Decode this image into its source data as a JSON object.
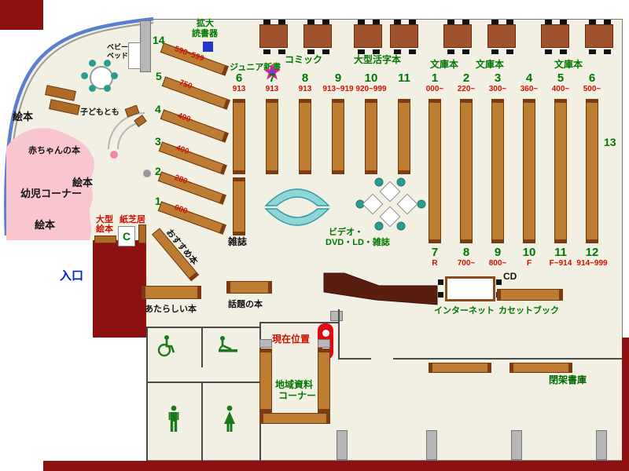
{
  "legend": {
    "entrance": "入口",
    "current_position": "現在位置",
    "shelf_13": "13",
    "shelf_14": "14"
  },
  "kids_area": {
    "infant_corner": "幼児コーナー",
    "baby_books": "赤ちゃんの本",
    "picture_books_a": "絵本",
    "picture_books_b": "絵本",
    "picture_books_c": "絵本",
    "large_picture_books_line1": "大型",
    "large_picture_books_line2": "絵本",
    "kamishibai": "紙芝居",
    "copier": "C",
    "kodomotomo": "子どもとも",
    "baby_bed_line1": "ベビー",
    "baby_bed_line2": "ベッド"
  },
  "top_area": {
    "magnifier_line1": "拡大",
    "magnifier_line2": "読書器",
    "junior_shinsho": "ジュニア新書",
    "comic": "コミック",
    "large_print": "大型活字本",
    "bunko_1": "文庫本",
    "bunko_2": "文庫本",
    "bunko_3": "文庫本"
  },
  "center_area": {
    "recommended": "おすすめ本",
    "magazines": "雑誌",
    "video_line1": "ビデオ・",
    "video_line2": "DVD・LD・雑誌"
  },
  "bottom_area": {
    "new_books": "あたらしい本",
    "topical_books": "話題の本",
    "local_corner_line1": "地域資料",
    "local_corner_line2": "コーナー",
    "cd": "CD",
    "internet": "インターネット",
    "cassette_books": "カセットブック",
    "closed_stacks": "閉架書庫"
  },
  "diagonal_shelves": [
    {
      "num": "14",
      "range": "590~599"
    },
    {
      "num": "5",
      "range": "750~"
    },
    {
      "num": "4",
      "range": "490~"
    },
    {
      "num": "3",
      "range": "400~"
    },
    {
      "num": "2",
      "range": "280~"
    },
    {
      "num": "1",
      "range": "000~"
    }
  ],
  "center_stacks": [
    {
      "num": "6",
      "range": "913"
    },
    {
      "num": "7",
      "range": "913"
    },
    {
      "num": "8",
      "range": "913"
    },
    {
      "num": "9",
      "range": "913~919"
    },
    {
      "num": "10",
      "range": "920~999"
    },
    {
      "num": "11",
      "range": ""
    }
  ],
  "right_stacks_top": [
    {
      "num": "1",
      "range": "000~"
    },
    {
      "num": "2",
      "range": "220~"
    },
    {
      "num": "3",
      "range": "300~"
    },
    {
      "num": "4",
      "range": "360~"
    },
    {
      "num": "5",
      "range": "400~"
    },
    {
      "num": "6",
      "range": "500~"
    }
  ],
  "right_stacks_bottom": [
    {
      "num": "7",
      "range": "R"
    },
    {
      "num": "8",
      "range": "700~"
    },
    {
      "num": "9",
      "range": "800~"
    },
    {
      "num": "10",
      "range": "F"
    },
    {
      "num": "11",
      "range": "F~914"
    },
    {
      "num": "12",
      "range": "914~999"
    }
  ],
  "colors": {
    "wall_red": "#8e1111",
    "floor": "#f2f0e3",
    "shelf": "#bd7c32",
    "green_label": "#007700",
    "red_label": "#cc1100",
    "entrance_blue": "#0022cc",
    "window_blue": "#5b7fd0",
    "marker_red": "#e30613"
  }
}
